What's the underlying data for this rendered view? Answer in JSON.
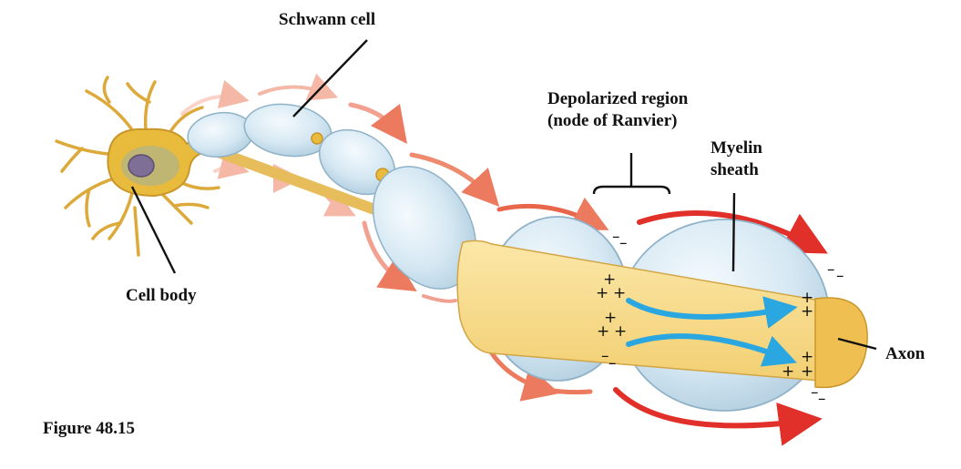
{
  "labels": {
    "schwann_cell": "Schwann cell",
    "depolarized_line1": "Depolarized region",
    "depolarized_line2": "(node of Ranvier)",
    "myelin_line1": "Myelin",
    "myelin_line2": "sheath",
    "cell_body": "Cell body",
    "axon": "Axon",
    "figure": "Figure 48.15"
  },
  "signs": {
    "plus": "+",
    "minus": "–"
  },
  "colors": {
    "axon_fill": "#f8dc8a",
    "axon_end": "#f0bf52",
    "myelin_fill": "#d8e9f3",
    "myelin_stroke": "#8fb2c8",
    "cell_body": "#e9bb3c",
    "nucleus": "#7d6f95",
    "current_arrow": "#2aa7e0",
    "signal_arrow": "#e1302a",
    "signal_arrow_faded": "#f2a090"
  },
  "icons": [
    "schwann-cell-shape",
    "red-impulse-arrow",
    "blue-current-arrow"
  ]
}
